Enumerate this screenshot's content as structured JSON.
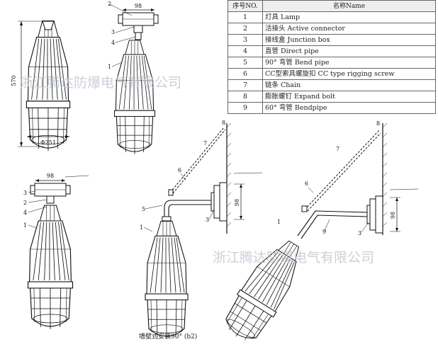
{
  "table": {
    "header_no": "序号NO.",
    "header_name": "名称Name",
    "rows": [
      {
        "no": "1",
        "name": "灯具  Lamp"
      },
      {
        "no": "2",
        "name": "活接头  Active connector"
      },
      {
        "no": "3",
        "name": "接线盒  Junction box"
      },
      {
        "no": "4",
        "name": "直管  Direct pipe"
      },
      {
        "no": "5",
        "name": "90° 弯管  Bend pipe"
      },
      {
        "no": "6",
        "name": "CC型索具螺旋扣  CC type rigging screw"
      },
      {
        "no": "7",
        "name": "链条  Chain"
      },
      {
        "no": "8",
        "name": "膨胀螺钉  Expand bolt"
      },
      {
        "no": "9",
        "name": "60° 弯管  Bendpipe"
      }
    ]
  },
  "dimensions": {
    "height": "570",
    "diameter": "Φ251",
    "box_width": "98"
  },
  "labels": {
    "n1": "1",
    "n2": "2",
    "n3": "3",
    "n4": "4",
    "n5": "5",
    "n6": "6",
    "n7": "7",
    "n8": "8",
    "n9": "9"
  },
  "caption": "墙壁式安装90° (b2)",
  "watermark_1": "浙江腾达防爆电气有限公司",
  "watermark_2": "浙江腾达防爆电气有限公司"
}
